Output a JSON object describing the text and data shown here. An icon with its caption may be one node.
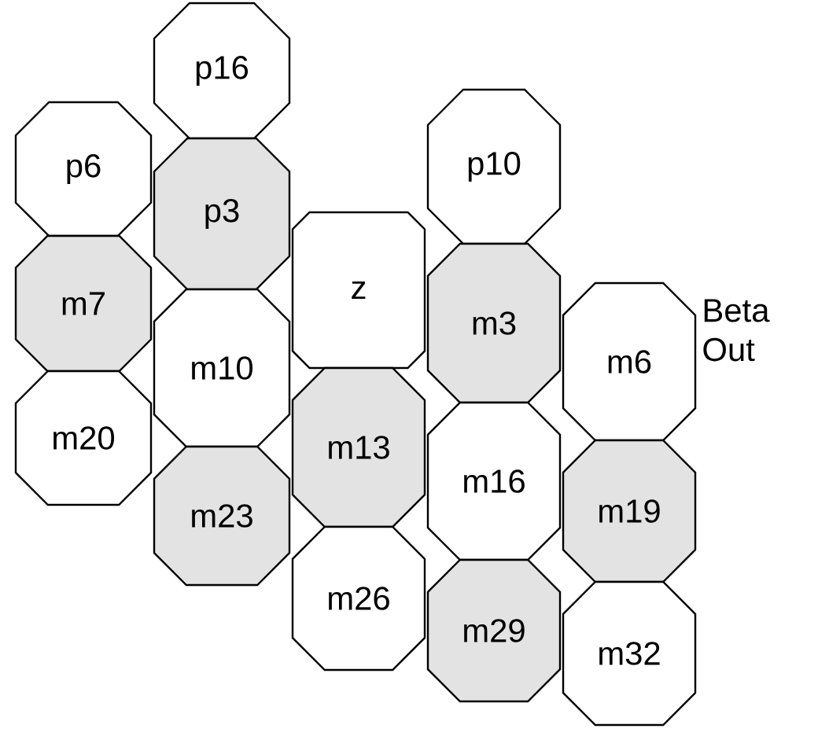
{
  "diagram": {
    "nodes": [
      {
        "text": [
          "p16"
        ]
      },
      {
        "text": [
          "p6"
        ]
      },
      {
        "text": [
          "p3"
        ]
      },
      {
        "text": [
          "p10"
        ]
      },
      {
        "text": [
          "z"
        ]
      },
      {
        "text": [
          "m3"
        ]
      },
      {
        "text": [
          "m7"
        ]
      },
      {
        "text": [
          "m6"
        ]
      },
      {
        "text": [
          "m10"
        ]
      },
      {
        "text": [
          "m13"
        ]
      },
      {
        "text": [
          "m20"
        ]
      },
      {
        "text": [
          "m16"
        ]
      },
      {
        "text": [
          "m23"
        ]
      },
      {
        "text": [
          "m19"
        ]
      },
      {
        "text": [
          "m26"
        ]
      },
      {
        "text": [
          "m29"
        ]
      },
      {
        "text": [
          "m32"
        ]
      }
    ],
    "labels": [
      "Beta Out"
    ]
  }
}
